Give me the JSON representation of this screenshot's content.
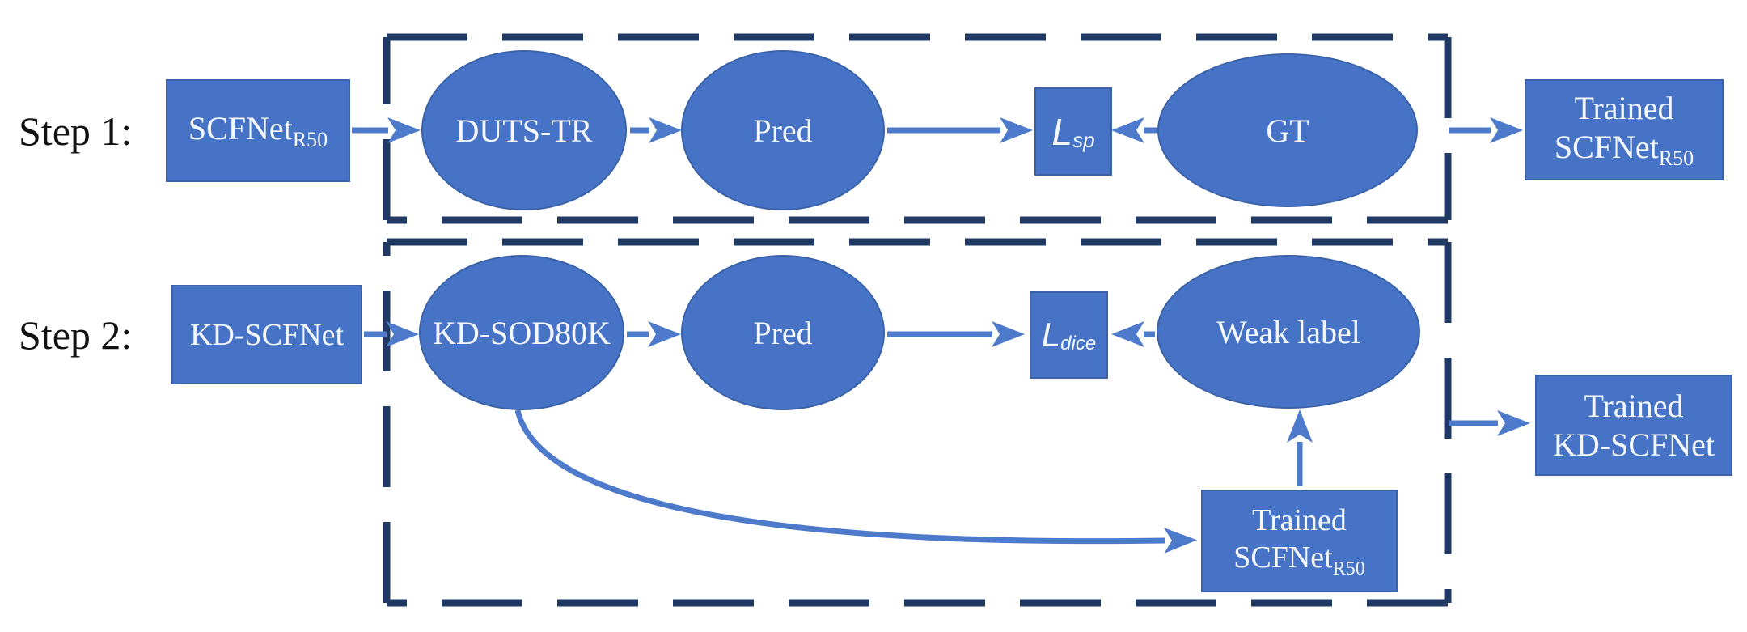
{
  "figure": {
    "description_visible_text_only": "two-step training pipeline diagram"
  },
  "colors": {
    "shape_fill": "#4673C6",
    "shape_border": "#3B62A9",
    "dash_border": "#1F3864",
    "arrow": "#4E7ACC",
    "text_white": "#F4F8FD",
    "label_black": "#121212",
    "background": "#FFFFFF"
  },
  "step1": {
    "label": "Step 1:",
    "input_box": {
      "text": "SCFNet",
      "subscript": "R50"
    },
    "dataset_ellipse": "DUTS-TR",
    "pred_ellipse": "Pred",
    "loss_box": {
      "text": "L",
      "subscript": "sp"
    },
    "gt_ellipse": "GT",
    "output_box": {
      "line1": "Trained",
      "line2": "SCFNet",
      "subscript": "R50"
    }
  },
  "step2": {
    "label": "Step 2:",
    "input_box": {
      "text": "KD-SCFNet"
    },
    "dataset_ellipse": "KD-SOD80K",
    "pred_ellipse": "Pred",
    "loss_box": {
      "text": "L",
      "subscript": "dice"
    },
    "weak_label_ellipse": "Weak label",
    "teacher_box": {
      "line1": "Trained",
      "line2": "SCFNet",
      "subscript": "R50"
    },
    "output_box": {
      "line1": "Trained",
      "line2": "KD-SCFNet"
    }
  }
}
